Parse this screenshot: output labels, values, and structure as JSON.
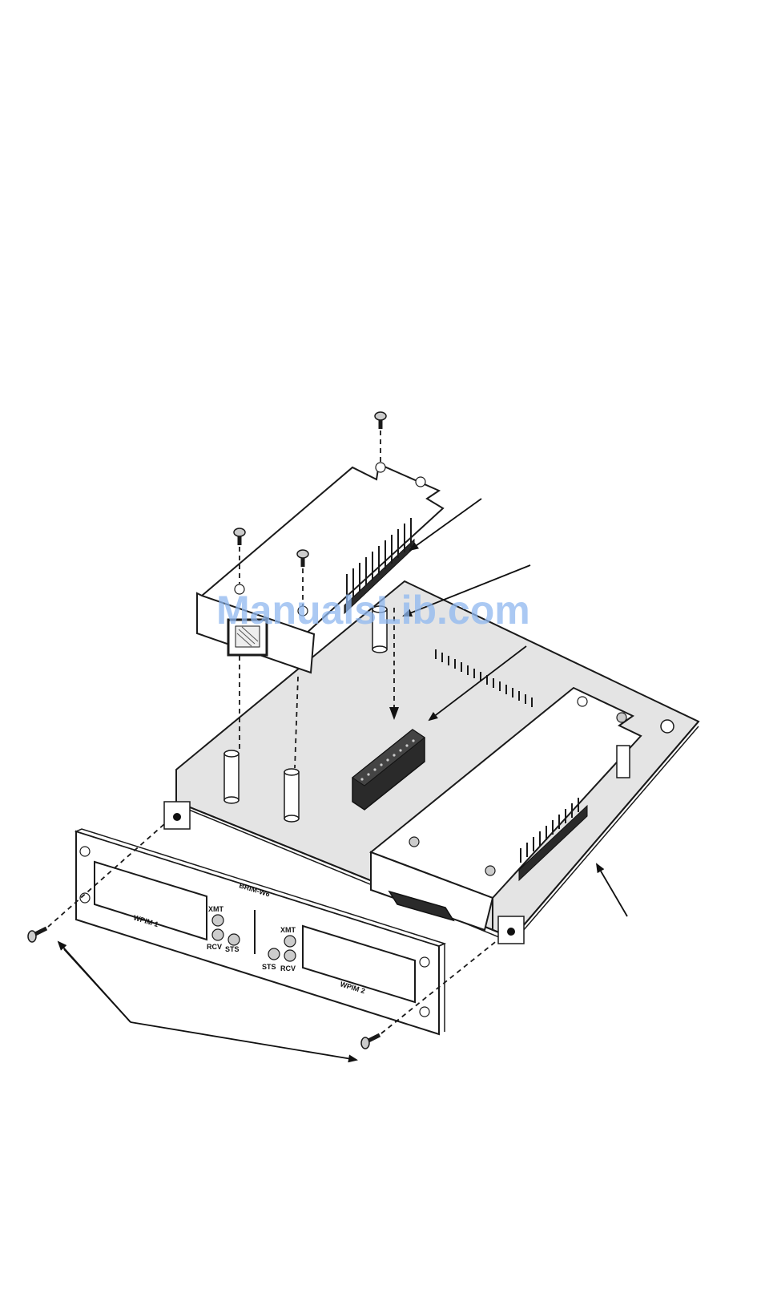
{
  "panel": {
    "title": "BRIM-W6",
    "slot_left": "WPIM 1",
    "slot_right": "WPIM 2",
    "led_left": {
      "top": "XMT",
      "bottom_left": "RCV",
      "bottom_right": "STS"
    },
    "led_right": {
      "top": "XMT",
      "bottom_left": "STS",
      "bottom_right": "RCV"
    }
  },
  "watermark": "ManualsLib.com",
  "colors": {
    "line": "#1a1a1a",
    "board": "#e4e4e4",
    "connector": "#2a2a2a",
    "watermark": "#8fb8f0"
  }
}
